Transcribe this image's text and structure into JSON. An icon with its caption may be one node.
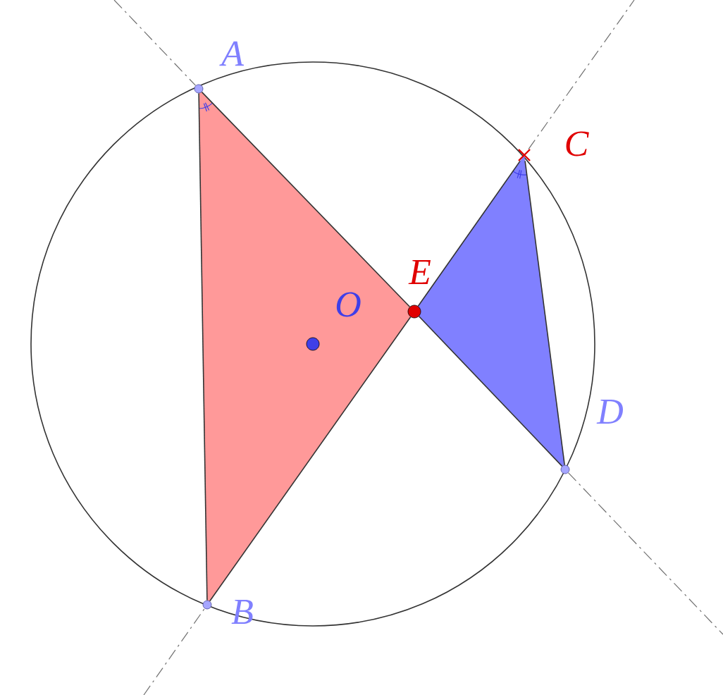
{
  "diagram": {
    "nodes": [
      {
        "text": [
          "A"
        ]
      },
      {
        "text": [
          "C"
        ]
      },
      {
        "text": [
          "E"
        ]
      },
      {
        "text": [
          "O"
        ]
      },
      {
        "text": [
          "D"
        ]
      },
      {
        "text": [
          "B"
        ]
      }
    ],
    "edges": [
      {
        "from": 0,
        "to": 5,
        "arrow": "none"
      },
      {
        "from": 0,
        "to": 2,
        "arrow": "none"
      },
      {
        "from": 2,
        "to": 4,
        "arrow": "none"
      },
      {
        "from": 5,
        "to": 2,
        "arrow": "none"
      },
      {
        "from": 2,
        "to": 1,
        "arrow": "none"
      },
      {
        "from": 1,
        "to": 4,
        "arrow": "none"
      },
      {
        "from": null,
        "to": 0,
        "arrow": "none",
        "style": "dashed"
      },
      {
        "from": 4,
        "to": null,
        "arrow": "none",
        "style": "dashed"
      },
      {
        "from": null,
        "to": 5,
        "arrow": "none",
        "style": "dashed"
      },
      {
        "from": 1,
        "to": null,
        "arrow": "none",
        "style": "dashed"
      }
    ]
  }
}
